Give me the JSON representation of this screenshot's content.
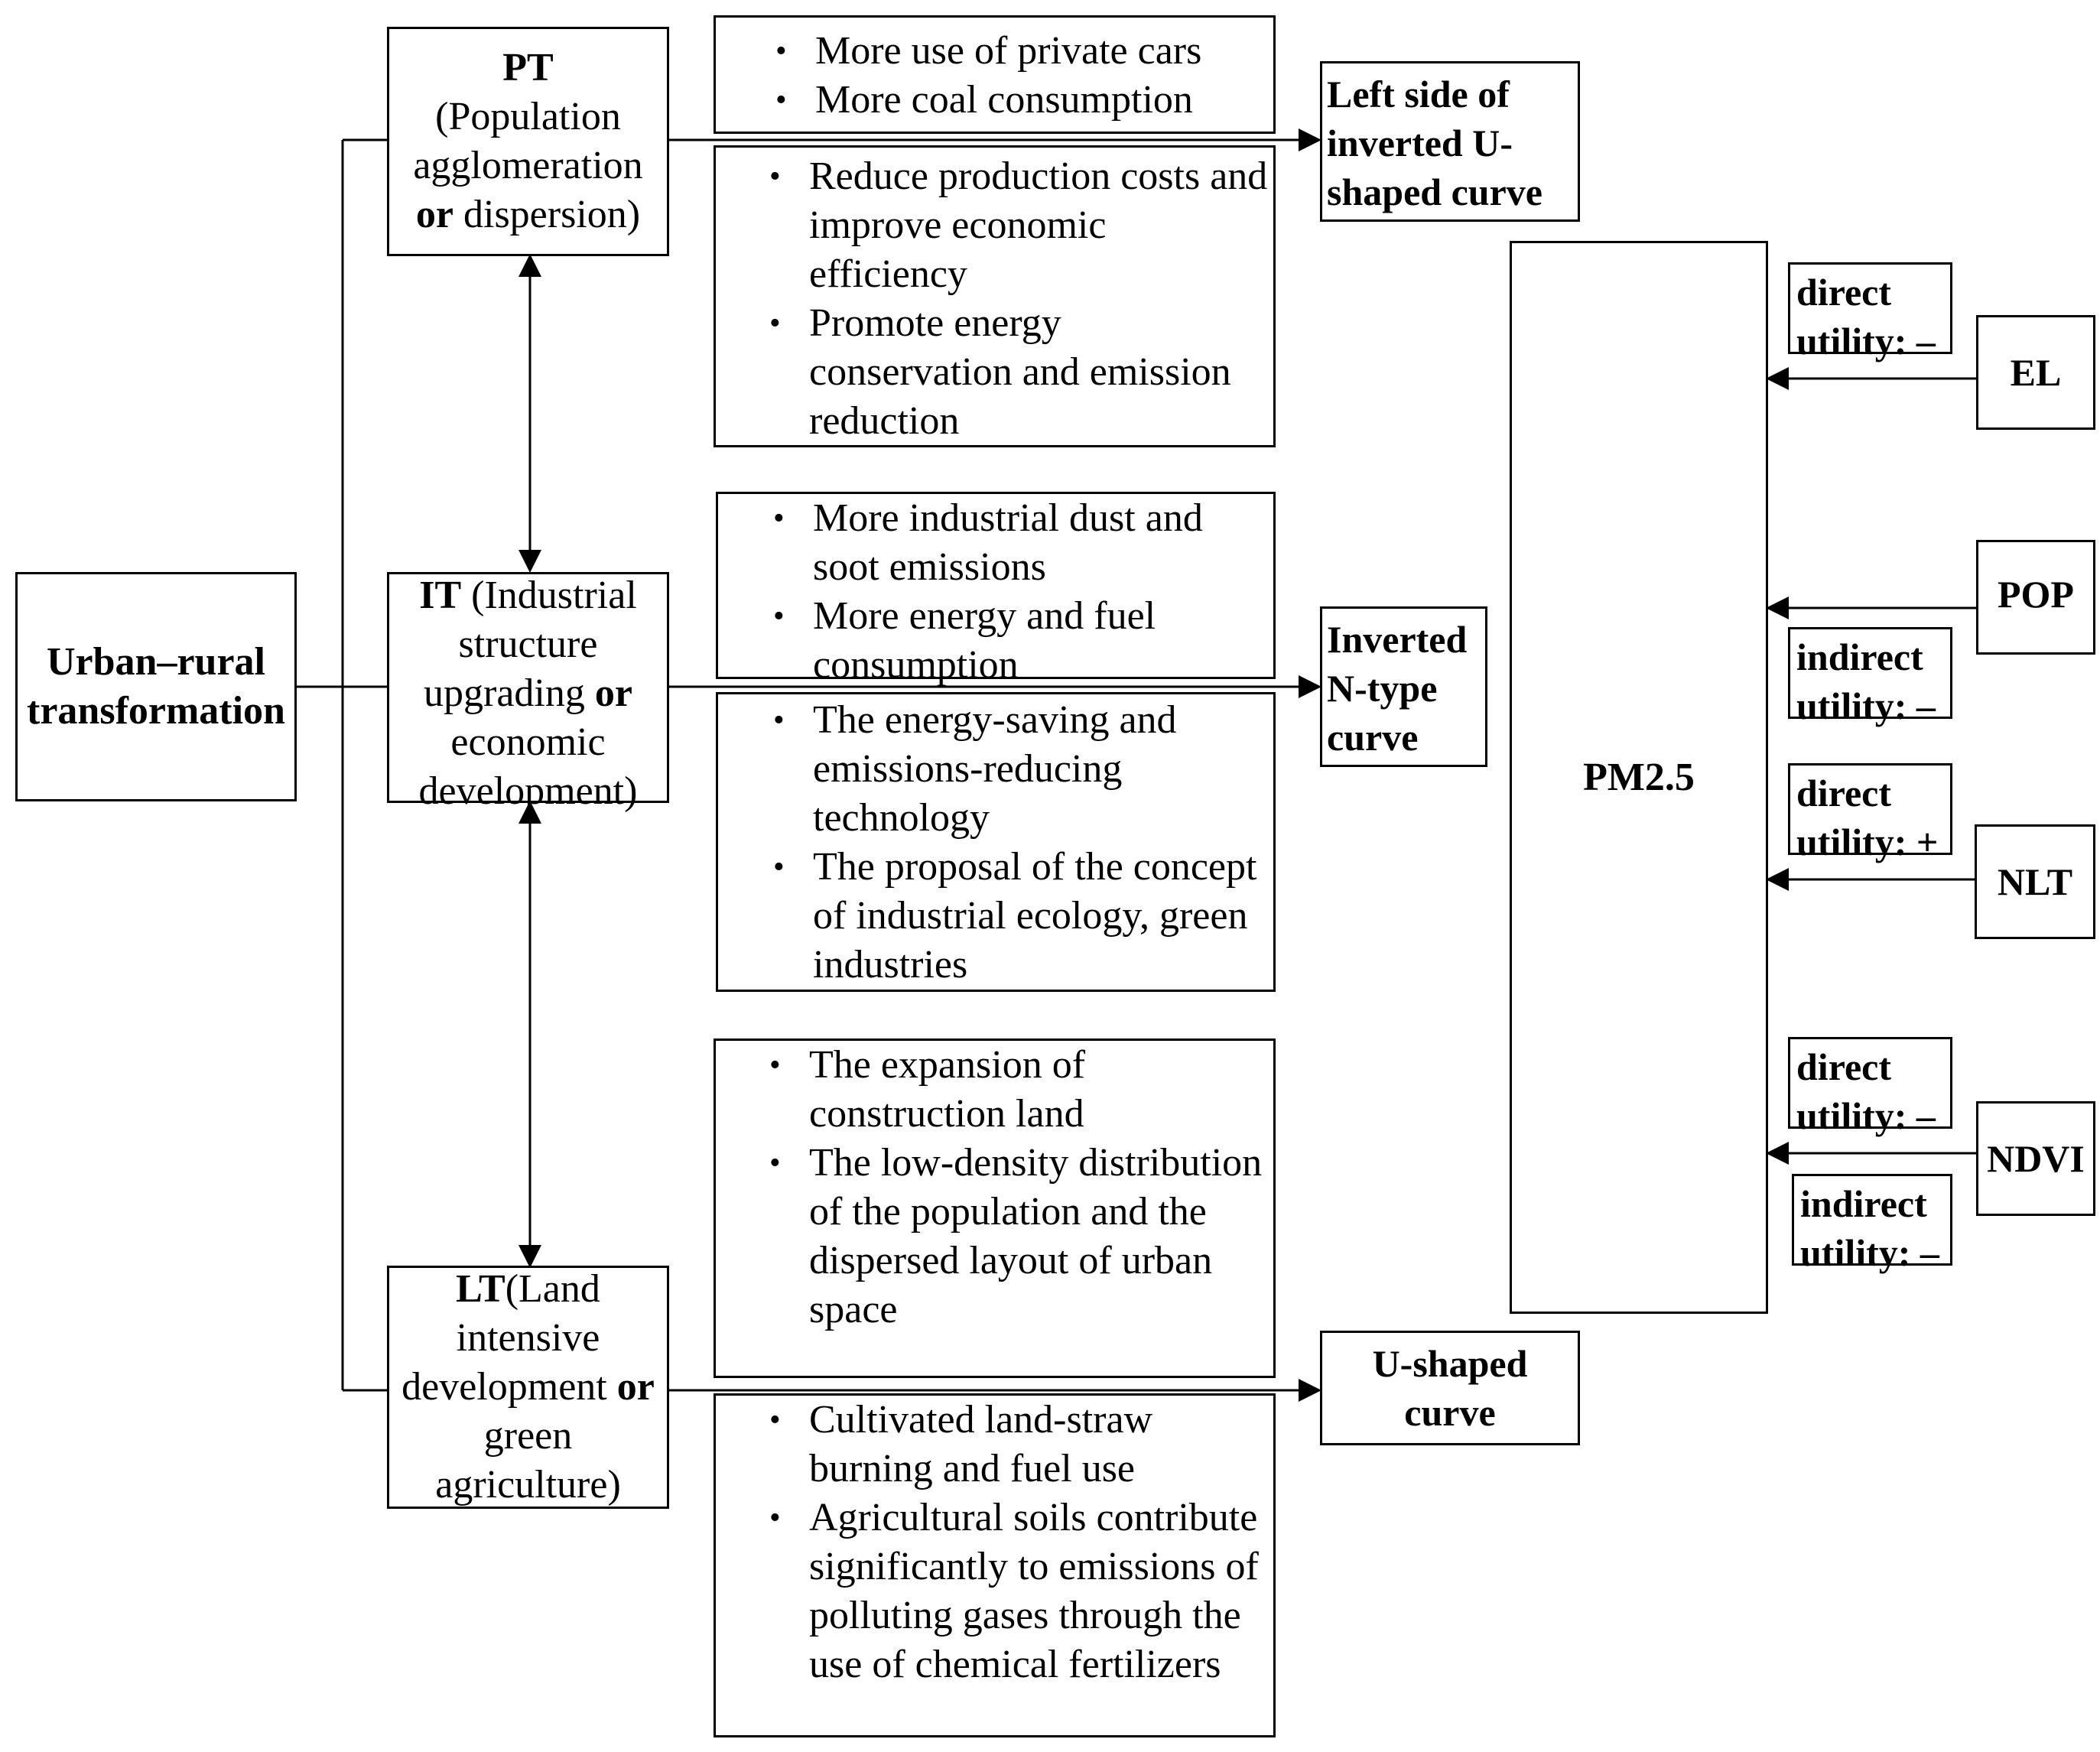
{
  "urban_rural": {
    "text": "Urban–rural transformation"
  },
  "pt": {
    "abbr": "PT",
    "desc_a": "(Population agglomeration ",
    "conj": "or",
    "desc_b": " dispersion)"
  },
  "it": {
    "abbr": "IT",
    "desc_a": "  (Industrial structure upgrading ",
    "conj": "or",
    "desc_b": " economic development)"
  },
  "lt": {
    "abbr": "LT",
    "desc_a": "(Land intensive development ",
    "conj": "or",
    "desc_b": " green agriculture)"
  },
  "bullets": {
    "pt_up": [
      "More use of private cars",
      "More coal consumption"
    ],
    "pt_down": [
      "Reduce production costs and improve economic efficiency",
      "Promote energy conservation and emission reduction"
    ],
    "it_up": [
      "More industrial dust and soot emissions",
      "More energy and fuel consumption"
    ],
    "it_down": [
      "The energy-saving and emissions-reducing technology",
      "The proposal of the concept of industrial ecology, green industries"
    ],
    "lt_up": [
      "The expansion of construction land",
      "The low-density distribution of the population and the dispersed layout of urban space"
    ],
    "lt_down": [
      "Cultivated land-straw burning and fuel use",
      "Agricultural soils contribute significantly to emissions of polluting gases through the use of chemical fertilizers"
    ]
  },
  "outcomes": {
    "pt": "Left side of inverted U-shaped curve",
    "it": "Inverted N-type curve",
    "lt": "U-shaped curve"
  },
  "pm25": "PM2.5",
  "factors": {
    "el": {
      "name": "EL",
      "label1": "direct utility: –"
    },
    "pop": {
      "name": "POP",
      "label1": "indirect utility: –"
    },
    "nlt": {
      "name": "NLT",
      "label1": "direct utility: +"
    },
    "ndvi": {
      "name": "NDVI",
      "label1": "direct utility: –",
      "label2": "indirect utility: –"
    }
  }
}
